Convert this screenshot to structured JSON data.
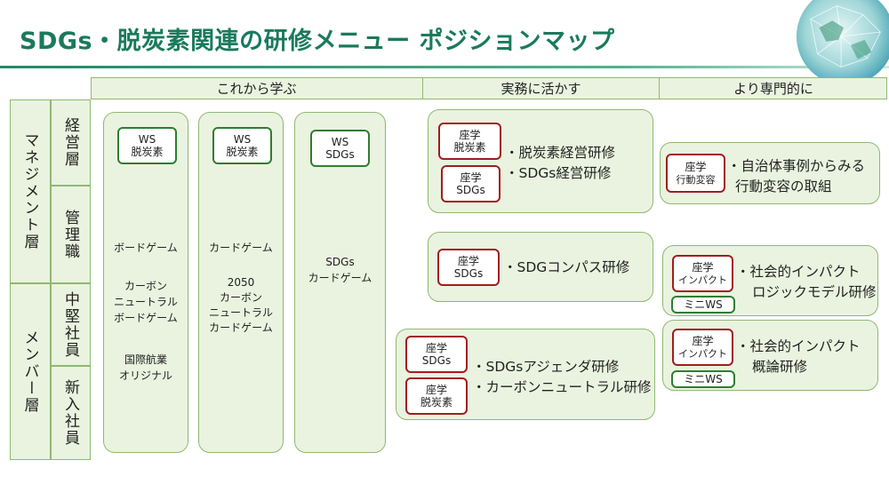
{
  "title": "SDGs・脱炭素関連の研修メニュー ポジションマップ",
  "header": {
    "col1": "これから学ぶ",
    "col2": "実務に活かす",
    "col3": "より専門的に"
  },
  "rows": {
    "management": "マネジメント層",
    "member": "メンバー層",
    "executive": "経営層",
    "manager": "管理職",
    "mid": "中堅社員",
    "newhire": "新入社員"
  },
  "learn": {
    "col_a": {
      "chip": [
        "WS",
        "脱炭素"
      ],
      "texts": [
        "ボードゲーム",
        "カーボン",
        "ニュートラル",
        "ボードゲーム",
        "国際航業",
        "オリジナル"
      ]
    },
    "col_b": {
      "chip": [
        "WS",
        "脱炭素"
      ],
      "texts": [
        "カードゲーム",
        "2050",
        "カーボン",
        "ニュートラル",
        "カードゲーム"
      ]
    },
    "col_c": {
      "chip": [
        "WS",
        "SDGs"
      ],
      "texts": [
        "SDGs",
        "カードゲーム"
      ]
    }
  },
  "practice": {
    "box1": {
      "chips": [
        [
          "座学",
          "脱炭素"
        ],
        [
          "座学",
          "SDGs"
        ]
      ],
      "items": [
        "・脱炭素経営研修",
        "・SDGs経営研修"
      ]
    },
    "box2": {
      "chips": [
        [
          "座学",
          "SDGs"
        ]
      ],
      "items": [
        "・SDGコンパス研修"
      ]
    },
    "box3": {
      "chips": [
        [
          "座学",
          "SDGs"
        ],
        [
          "座学",
          "脱炭素"
        ]
      ],
      "items": [
        "・SDGsアジェンダ研修",
        "・カーボンニュートラル研修"
      ]
    }
  },
  "expert": {
    "box1": {
      "chip": [
        "座学",
        "行動変容"
      ],
      "items": [
        "・自治体事例からみる",
        "行動変容の取組"
      ]
    },
    "box2": {
      "chip": [
        "座学",
        "インパクト"
      ],
      "mini": "ミニWS",
      "items": [
        "・社会的インパクト",
        "ロジックモデル研修"
      ]
    },
    "box3": {
      "chip": [
        "座学",
        "インパクト"
      ],
      "mini": "ミニWS",
      "items": [
        "・社会的インパクト",
        "概論研修"
      ]
    }
  },
  "colors": {
    "title": "#1a7a5c",
    "panel": "#eaf3df",
    "panel_border": "#8fb873",
    "chip_green": "#2f7d32",
    "chip_red": "#a21d1d"
  }
}
